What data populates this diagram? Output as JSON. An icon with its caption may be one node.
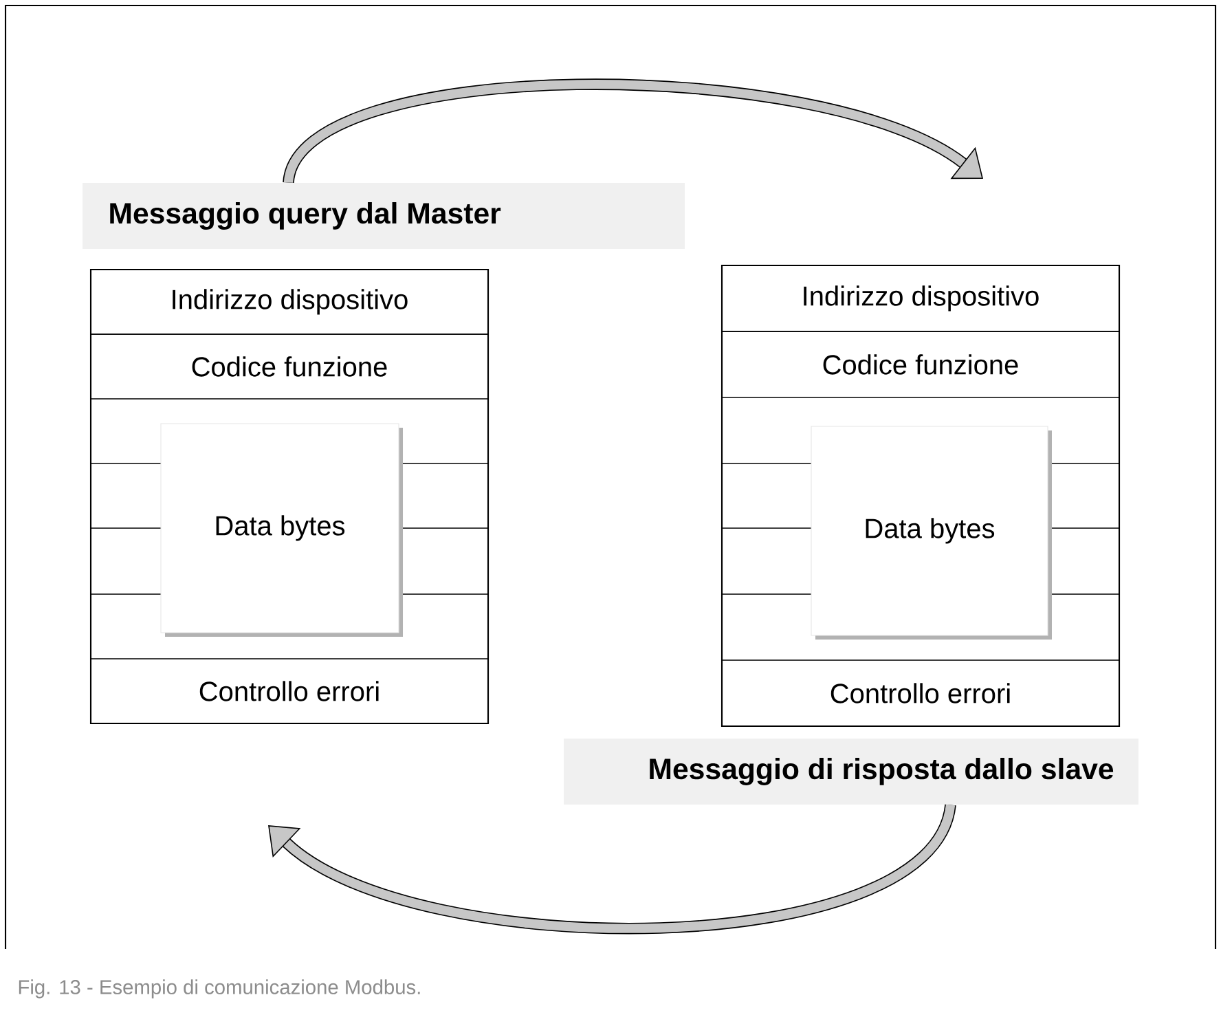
{
  "diagram": {
    "caption": "Fig. 13 - Esempio di comunicazione Modbus.",
    "nodes": [
      {
        "text": [
          "Messaggio query dal Master"
        ]
      },
      {
        "text": [],
        "shape": "box"
      },
      {
        "text": [
          "Indirizzo dispositivo"
        ],
        "in": 1
      },
      {
        "text": [
          "Codice funzione"
        ],
        "in": 1
      },
      {
        "text": [
          "Data bytes"
        ],
        "in": 1
      },
      {
        "text": [
          "Controllo errori"
        ],
        "in": 1
      },
      {
        "text": [],
        "shape": "box"
      },
      {
        "text": [
          "Indirizzo dispositivo"
        ],
        "in": 6
      },
      {
        "text": [
          "Codice funzione"
        ],
        "in": 6
      },
      {
        "text": [
          "Data bytes"
        ],
        "in": 6
      },
      {
        "text": [
          "Controllo errori"
        ],
        "in": 6
      },
      {
        "text": [
          "Messaggio di risposta dallo slave"
        ]
      }
    ],
    "edges": [
      {
        "from": 0,
        "to": null,
        "arrow": "to"
      },
      {
        "from": 11,
        "to": null,
        "arrow": "to"
      }
    ]
  }
}
